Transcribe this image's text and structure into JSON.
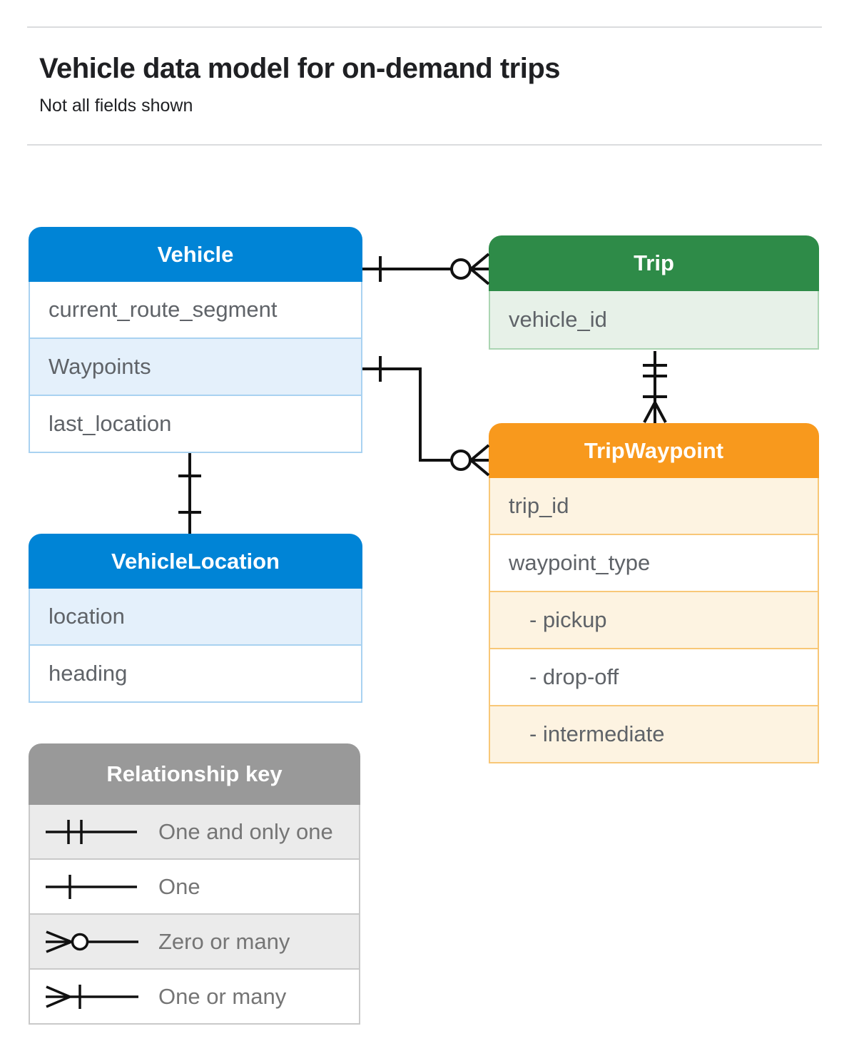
{
  "page": {
    "title": "Vehicle data model for on-demand trips",
    "subtitle": "Not all fields shown"
  },
  "colors": {
    "blue_header": "#0084d6",
    "blue_row": "#e4f0fb",
    "blue_border": "#a9d2f1",
    "green_header": "#2e8b48",
    "green_row": "#e7f1e8",
    "green_border": "#abd5b2",
    "orange_header": "#f8991d",
    "orange_row": "#fdf3e1",
    "orange_border": "#f8c777",
    "gray_header": "#999999",
    "gray_row": "#ebebeb",
    "gray_border": "#c9c9c9",
    "title_text": "#1f2023",
    "field_text": "#5f6368",
    "key_text": "#757575",
    "connector_line": "#111111",
    "rule": "#dbdcde"
  },
  "entities": {
    "vehicle": {
      "title": "Vehicle",
      "fields": [
        "current_route_segment",
        "Waypoints",
        "last_location"
      ]
    },
    "trip": {
      "title": "Trip",
      "fields": [
        "vehicle_id"
      ]
    },
    "trip_waypoint": {
      "title": "TripWaypoint",
      "fields": [
        "trip_id",
        "waypoint_type",
        "- pickup",
        "- drop-off",
        "- intermediate"
      ]
    },
    "vehicle_location": {
      "title": "VehicleLocation",
      "fields": [
        "location",
        "heading"
      ]
    }
  },
  "relationship_key": {
    "title": "Relationship key",
    "items": [
      {
        "symbol": "one-and-only-one-symbol",
        "label": "One and only one"
      },
      {
        "symbol": "one-symbol",
        "label": "One"
      },
      {
        "symbol": "zero-or-many-symbol",
        "label": "Zero or many"
      },
      {
        "symbol": "one-or-many-symbol",
        "label": "One or many"
      }
    ]
  },
  "connections": [
    {
      "from": "Vehicle",
      "to": "Trip",
      "from_end": "one",
      "to_end": "zero-or-many"
    },
    {
      "from": "Vehicle.Waypoints",
      "to": "TripWaypoint",
      "from_end": "one",
      "to_end": "zero-or-many"
    },
    {
      "from": "Trip",
      "to": "TripWaypoint",
      "from_end": "one-and-only-one",
      "to_end": "one-or-many"
    },
    {
      "from": "Vehicle",
      "to": "VehicleLocation",
      "from_end": "one",
      "to_end": "one"
    }
  ]
}
